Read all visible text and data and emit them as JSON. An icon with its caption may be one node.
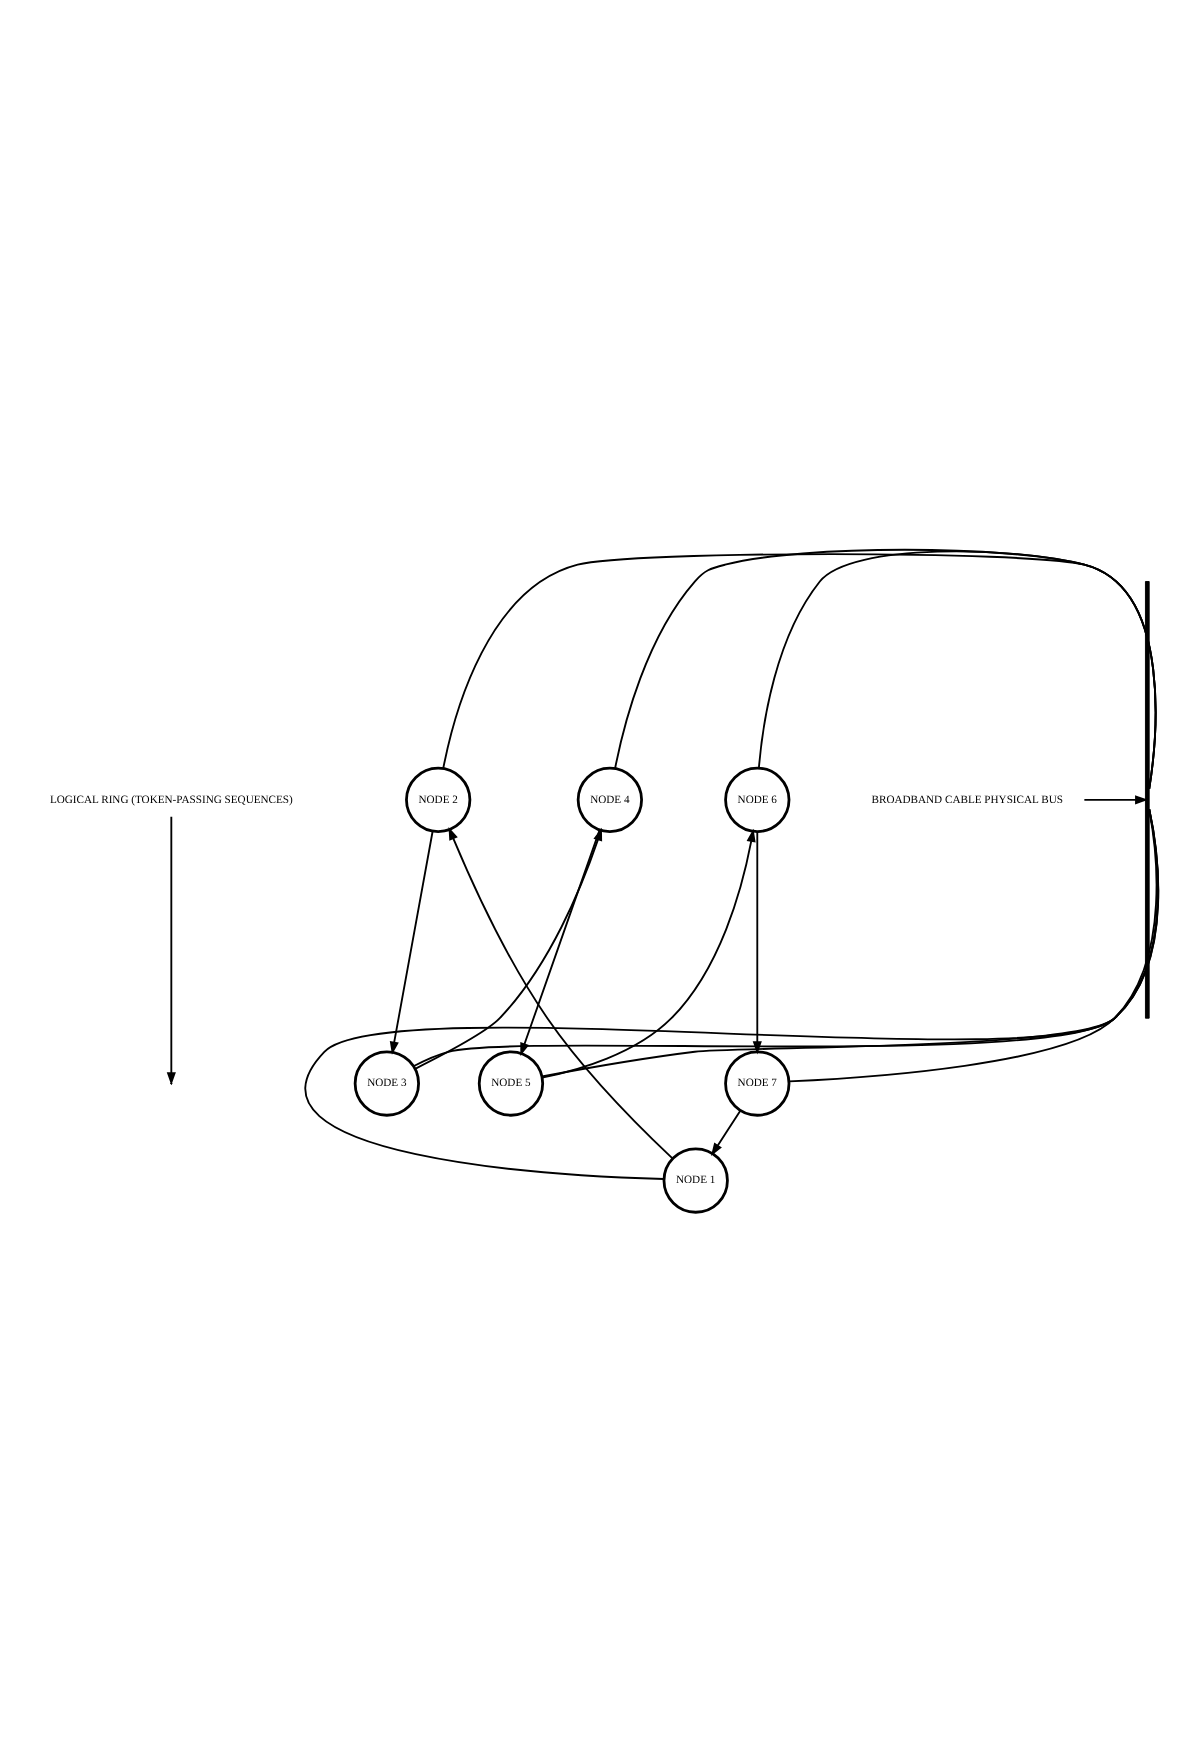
{
  "diagram": {
    "nodes": [
      {
        "text": [
          "LOGICAL RING (TOKEN-PASSING SEQUENCES)"
        ]
      },
      {
        "text": [],
        "shape": "bar"
      },
      {
        "text": [
          "NODE 1"
        ]
      },
      {
        "text": [
          "NODE 2"
        ]
      },
      {
        "text": [
          "NODE 3"
        ]
      },
      {
        "text": [
          "NODE 4"
        ]
      },
      {
        "text": [
          "NODE 5"
        ]
      },
      {
        "text": [
          "NODE 6"
        ]
      },
      {
        "text": [
          "NODE 7"
        ]
      },
      {
        "text": [
          "BROADBAND CABLE PHYSICAL BUS"
        ]
      }
    ],
    "edges": [
      {
        "from": 0,
        "to": null,
        "arrow": "to"
      },
      {
        "from": 8,
        "to": 2,
        "arrow": "to"
      },
      {
        "from": 2,
        "to": 3,
        "arrow": "to"
      },
      {
        "from": 3,
        "to": 4,
        "arrow": "to"
      },
      {
        "from": 4,
        "to": 5,
        "arrow": "to"
      },
      {
        "from": 5,
        "to": 6,
        "arrow": "to"
      },
      {
        "from": 6,
        "to": 7,
        "arrow": "to"
      },
      {
        "from": 7,
        "to": 8,
        "arrow": "to"
      },
      {
        "from": 9,
        "to": 1,
        "arrow": "to"
      },
      {
        "from": 1,
        "to": 2,
        "arrow": "none"
      },
      {
        "from": 1,
        "to": 3,
        "arrow": "none"
      },
      {
        "from": 1,
        "to": 4,
        "arrow": "none"
      },
      {
        "from": 1,
        "to": 5,
        "arrow": "none"
      },
      {
        "from": 1,
        "to": 6,
        "arrow": "none"
      },
      {
        "from": 1,
        "to": 7,
        "arrow": "none"
      },
      {
        "from": 1,
        "to": 8,
        "arrow": "none"
      }
    ]
  }
}
